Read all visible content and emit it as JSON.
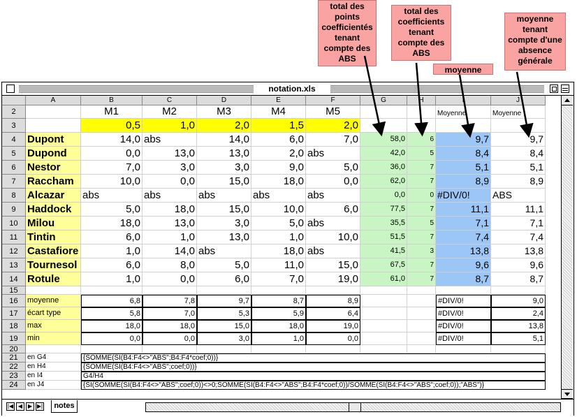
{
  "window": {
    "title": "notation.xls"
  },
  "callouts": [
    {
      "id": "g",
      "text": "total des\npoints\ncoefficientés\ntenant\ncompte des\nABS"
    },
    {
      "id": "h",
      "text": "total  des\ncoefficients\ntenant\ncompte des\nABS"
    },
    {
      "id": "i",
      "text": "moyenne"
    },
    {
      "id": "j",
      "text": "moyenne\ntenant\ncompte d'une\nabsence\ngénérale"
    }
  ],
  "columns": [
    "A",
    "B",
    "C",
    "D",
    "E",
    "F",
    "G",
    "H",
    "I",
    "J"
  ],
  "rows": [
    "2",
    "3",
    "4",
    "5",
    "6",
    "7",
    "8",
    "9",
    "10",
    "11",
    "12",
    "13",
    "14",
    "15",
    "16",
    "17",
    "18",
    "19",
    "20",
    "21",
    "22",
    "23",
    "24"
  ],
  "header_row": {
    "B": "M1",
    "C": "M2",
    "D": "M3",
    "E": "M4",
    "F": "M5",
    "I": "Moyenne",
    "J": "Moyenne"
  },
  "coef_row": {
    "B": "0,5",
    "C": "1,0",
    "D": "2,0",
    "E": "1,5",
    "F": "2,0"
  },
  "students": [
    {
      "name": "Dupont",
      "B": "14,0",
      "C": "abs",
      "D": "14,0",
      "E": "6,0",
      "F": "7,0",
      "G": "58,0",
      "H": "6",
      "I": "9,7",
      "J": "9,7"
    },
    {
      "name": "Dupond",
      "B": "0,0",
      "C": "13,0",
      "D": "13,0",
      "E": "2,0",
      "F": "abs",
      "G": "42,0",
      "H": "5",
      "I": "8,4",
      "J": "8,4"
    },
    {
      "name": "Nestor",
      "B": "7,0",
      "C": "3,0",
      "D": "3,0",
      "E": "9,0",
      "F": "5,0",
      "G": "36,0",
      "H": "7",
      "I": "5,1",
      "J": "5,1"
    },
    {
      "name": "Raccham",
      "B": "10,0",
      "C": "0,0",
      "D": "15,0",
      "E": "18,0",
      "F": "0,0",
      "G": "62,0",
      "H": "7",
      "I": "8,9",
      "J": "8,9"
    },
    {
      "name": "Alcazar",
      "B": "abs",
      "C": "abs",
      "D": "abs",
      "E": "abs",
      "F": "abs",
      "G": "0,0",
      "H": "0",
      "I": "#DIV/0!",
      "J": "ABS"
    },
    {
      "name": "Haddock",
      "B": "5,0",
      "C": "18,0",
      "D": "15,0",
      "E": "10,0",
      "F": "6,0",
      "G": "77,5",
      "H": "7",
      "I": "11,1",
      "J": "11,1"
    },
    {
      "name": "Milou",
      "B": "18,0",
      "C": "13,0",
      "D": "3,0",
      "E": "5,0",
      "F": "abs",
      "G": "35,5",
      "H": "5",
      "I": "7,1",
      "J": "7,1"
    },
    {
      "name": "Tintin",
      "B": "6,0",
      "C": "1,0",
      "D": "13,0",
      "E": "1,0",
      "F": "10,0",
      "G": "51,5",
      "H": "7",
      "I": "7,4",
      "J": "7,4"
    },
    {
      "name": "Castafiore",
      "B": "1,0",
      "C": "14,0",
      "D": "abs",
      "E": "18,0",
      "F": "abs",
      "G": "41,5",
      "H": "3",
      "I": "13,8",
      "J": "13,8"
    },
    {
      "name": "Tournesol",
      "B": "6,0",
      "C": "8,0",
      "D": "5,0",
      "E": "11,0",
      "F": "15,0",
      "G": "67,5",
      "H": "7",
      "I": "9,6",
      "J": "9,6"
    },
    {
      "name": "Rotule",
      "B": "1,0",
      "C": "0,0",
      "D": "6,0",
      "E": "7,0",
      "F": "19,0",
      "G": "61,0",
      "H": "7",
      "I": "8,7",
      "J": "8,7"
    }
  ],
  "stats": [
    {
      "label": "moyenne",
      "B": "6,8",
      "C": "7,8",
      "D": "9,7",
      "E": "8,7",
      "F": "8,9",
      "I": "#DIV/0!",
      "J": "9,0"
    },
    {
      "label": "écart type",
      "B": "5,8",
      "C": "7,0",
      "D": "5,3",
      "E": "5,9",
      "F": "6,4",
      "I": "#DIV/0!",
      "J": "2,4"
    },
    {
      "label": "max",
      "B": "18,0",
      "C": "18,0",
      "D": "15,0",
      "E": "18,0",
      "F": "19,0",
      "I": "#DIV/0!",
      "J": "13,8"
    },
    {
      "label": "min",
      "B": "0,0",
      "C": "0,0",
      "D": "3,0",
      "E": "1,0",
      "F": "0,0",
      "I": "#DIV/0!",
      "J": "5,1"
    }
  ],
  "formulas": [
    {
      "label": "en G4",
      "text": "{SOMME(SI(B4:F4<>\"ABS\";B4:F4*coef;0))}"
    },
    {
      "label": "en H4",
      "text": "{SOMME(SI(B4:F4<>\"ABS\";coef;0))}"
    },
    {
      "label": "en I4",
      "text": "G4/H4"
    },
    {
      "label": "en J4",
      "text": "{SI(SOMME(SI(B4:F4<>\"ABS\";coef;0))<>0;SOMME(SI(B4:F4<>\"ABS\";B4:F4*coef;0))/SOMME(SI(B4:F4<>\"ABS\";coef;0));\"ABS\")}"
    }
  ],
  "sheet_tab": "notes",
  "colors": {
    "yellow": "#ffff99",
    "coef_yellow": "#ffff00",
    "green": "#c9f5c5",
    "blue": "#9cc6f6",
    "callout": "#f9a3a3"
  }
}
